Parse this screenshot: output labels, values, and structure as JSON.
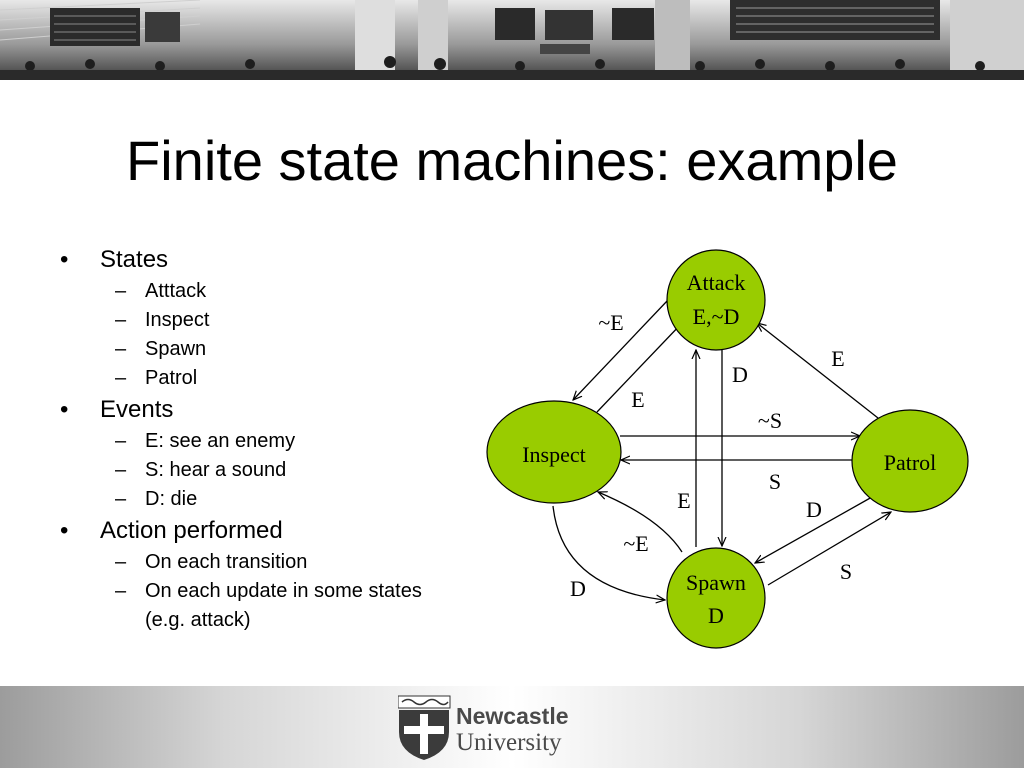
{
  "slide": {
    "title": "Finite state machines: example",
    "bullets": [
      {
        "text": "States",
        "sub": [
          "Atttack",
          "Inspect",
          "Spawn",
          "Patrol"
        ]
      },
      {
        "text": "Events",
        "sub": [
          "E: see an enemy",
          "S: hear a sound",
          "D: die"
        ]
      },
      {
        "text": "Action performed",
        "sub": [
          "On each transition",
          "On each update in some states (e.g. attack)"
        ]
      }
    ]
  },
  "diagram": {
    "node_color": "#99cc00",
    "nodes": {
      "attack": {
        "line1": "Attack",
        "line2": "E,~D"
      },
      "inspect": {
        "line1": "Inspect"
      },
      "patrol": {
        "line1": "Patrol"
      },
      "spawn": {
        "line1": "Spawn",
        "line2": "D"
      }
    },
    "edge_labels": {
      "attack_to_inspect": "~E",
      "inspect_to_attack": "E",
      "attack_to_spawn": "D",
      "patrol_to_attack": "E",
      "inspect_to_patrol": "~S",
      "patrol_to_inspect": "S",
      "spawn_to_attack": "E",
      "patrol_to_spawn": "D",
      "spawn_to_inspect": "~E",
      "inspect_to_spawn": "D",
      "spawn_to_patrol": "S"
    }
  },
  "footer": {
    "logo_line1": "Newcastle",
    "logo_line2": "University"
  }
}
